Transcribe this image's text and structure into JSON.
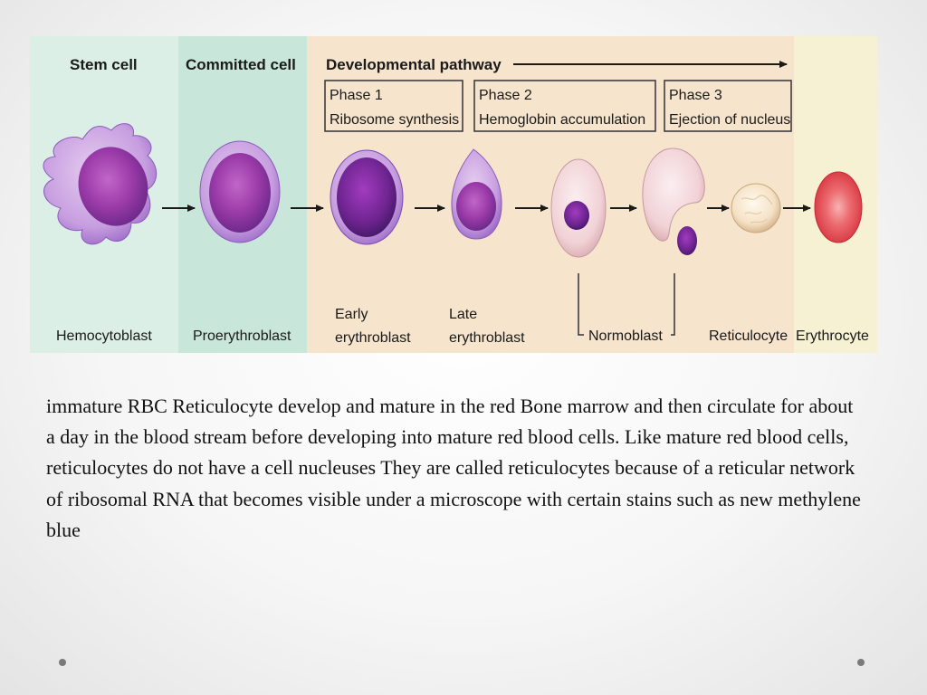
{
  "diagram": {
    "headers": {
      "stem_cell": "Stem cell",
      "committed_cell": "Committed cell",
      "developmental_pathway": "Developmental pathway"
    },
    "phases": [
      {
        "name": "Phase 1",
        "desc": "Ribosome synthesis"
      },
      {
        "name": "Phase 2",
        "desc": "Hemoglobin accumulation"
      },
      {
        "name": "Phase 3",
        "desc": "Ejection of nucleus"
      }
    ],
    "cells": {
      "hemocytoblast": "Hemocytoblast",
      "proerythroblast": "Proerythroblast",
      "early_line1": "Early",
      "early_line2": "erythroblast",
      "late_line1": "Late",
      "late_line2": "erythroblast",
      "normoblast": "Normoblast",
      "reticulocyte": "Reticulocyte",
      "erythrocyte": "Erythrocyte"
    },
    "colors": {
      "stem_panel": "#dcefe6",
      "committed_panel": "#c9e6da",
      "pathway_panel": "#f6e4cd",
      "erythrocyte_panel": "#f6f1d2"
    }
  },
  "body_text": "immature RBC Reticulocyte develop and mature in the red Bone marrow and then circulate for about a day in the blood stream before developing into mature red blood cells. Like mature red blood cells, reticulocytes do not have a cell nucleuses  They are called reticulocytes because of a reticular  network of ribosomal RNA that becomes visible under a microscope with certain stains such as new methylene blue"
}
